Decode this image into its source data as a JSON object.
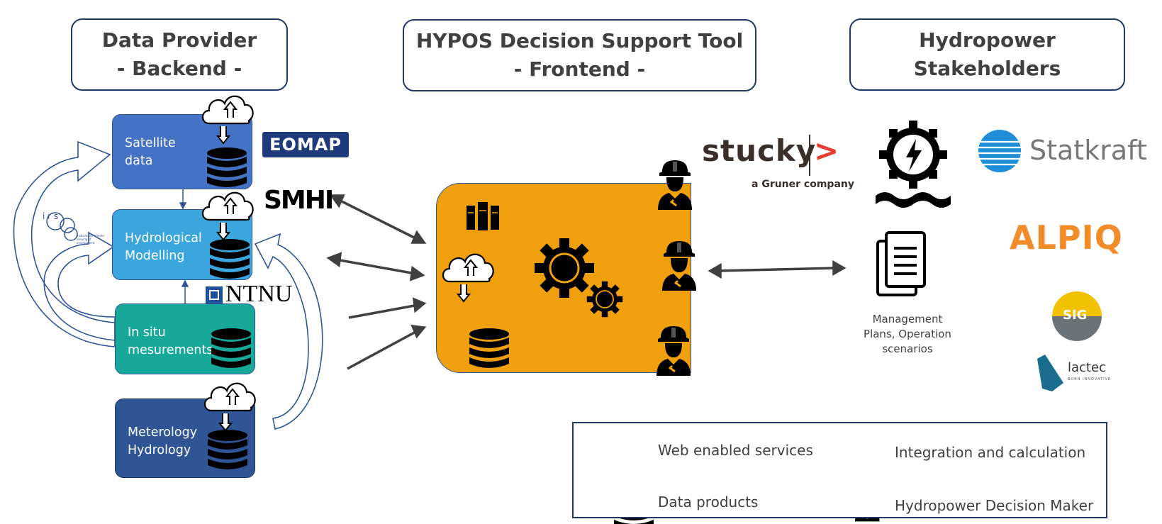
{
  "headers": {
    "backend": {
      "line1": "Data Provider",
      "line2": "- Backend -"
    },
    "frontend": {
      "line1": "HYPOS Decision Support Tool",
      "line2": "- Frontend -"
    },
    "stakeholders": {
      "line1": "Hydropower",
      "line2": "Stakeholders"
    }
  },
  "data_sources": [
    {
      "line1": "Satellite",
      "line2": "data",
      "color": "#4472c4"
    },
    {
      "line1": "Hydrological",
      "line2": "Modelling",
      "color": "#2e9fd9"
    },
    {
      "line1": "In situ",
      "line2": "mesurements",
      "color": "#18a89a"
    },
    {
      "line1": "Meterology",
      "line2": "Hydrology",
      "color": "#2f5597"
    }
  ],
  "providers": {
    "eomap": "EOMAP",
    "smhi": "SMHI",
    "ntnu": "NTNU",
    "irsae_letters": "i r s",
    "irsae_caption": "institute for remote sensing of environment"
  },
  "consultant": {
    "name": "stucky",
    "chevron": ">",
    "tagline": "a Gruner company"
  },
  "stakeholder_logos": {
    "statkraft": "Statkraft",
    "alpiq": "ALPIQ",
    "sig": "SIG",
    "lactec": "lactec",
    "lactec_sub": "BORN INNOVATIVE"
  },
  "management": {
    "line1": "Management",
    "line2": "Plans, Operation",
    "line3": "scenarios"
  },
  "legend": {
    "web": "Web enabled services",
    "integration": "Integration and calculation",
    "data": "Data products",
    "decision": "Hydropower Decision Maker"
  },
  "colors": {
    "border": "#1f3864",
    "frontend_fill": "#f0a00c",
    "arrow": "#404040",
    "eomap": "#1f3a7a",
    "alpiq": "#f28c28",
    "stucky_chevron": "#e63c2f"
  }
}
